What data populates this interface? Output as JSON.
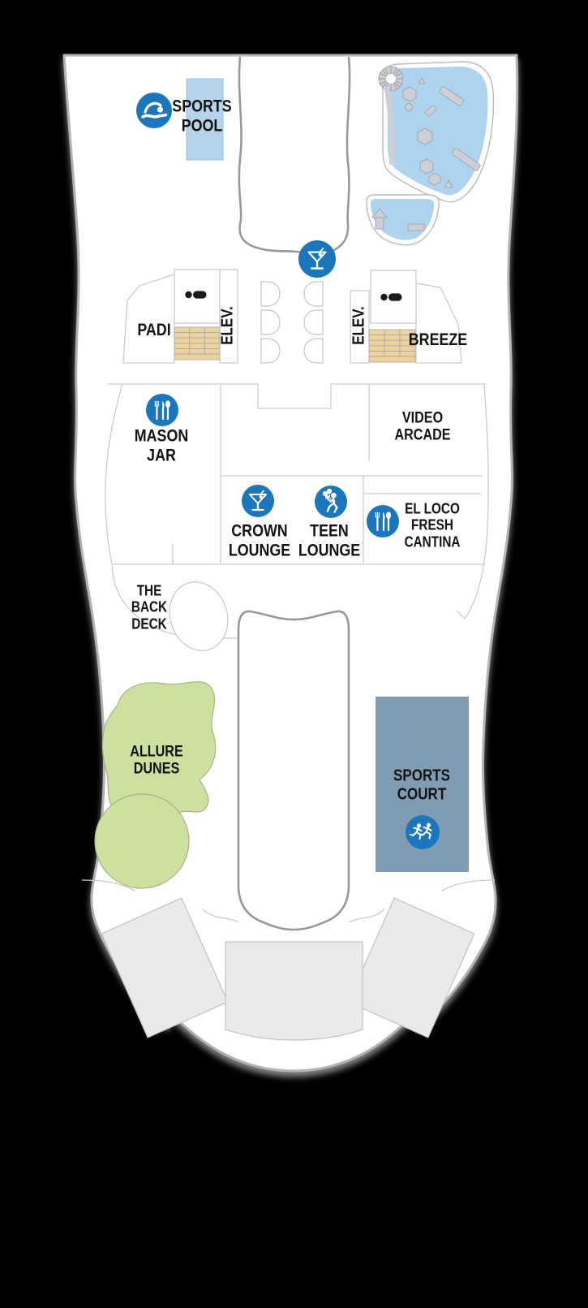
{
  "page": {
    "type": "cruise-ship-deck-plan",
    "background": "#000000"
  },
  "colors": {
    "ship_fill": "#ffffff",
    "hull_outline": "#b3b3b3",
    "room_line": "#cccccc",
    "feature_line": "#999999",
    "pool_blue": "#b5d4eb",
    "aquapark_blue": "#aed3ef",
    "structure_gray": "#ccd0d6",
    "minigolf_green": "#cde0a0",
    "sports_court_blue": "#7f9cb2",
    "stairs_tan": "#ecd39d",
    "icon_circle_blue": "#1b76bc",
    "seating_gray": "#e9eaec",
    "label_color": "#131313"
  },
  "venues": {
    "sports_pool": {
      "label": "SPORTS\nPOOL",
      "icon": "swimmer-icon"
    },
    "padi": {
      "label": "PADI"
    },
    "elev_left": {
      "label": "ELEV."
    },
    "elev_right": {
      "label": "ELEV."
    },
    "breeze": {
      "label": "BREEZE"
    },
    "bar_top": {
      "icon": "martini-icon"
    },
    "mason_jar": {
      "label": "MASON\nJAR",
      "icon": "dining-icon"
    },
    "video_arcade": {
      "label": "VIDEO\nARCADE"
    },
    "crown_lounge": {
      "label": "CROWN\nLOUNGE",
      "icon": "martini-icon"
    },
    "teen_lounge": {
      "label": "TEEN\nLOUNGE",
      "icon": "teen-dancer-icon"
    },
    "el_loco": {
      "label": "EL LOCO\nFRESH\nCANTINA",
      "icon": "dining-icon"
    },
    "back_deck": {
      "label": "THE\nBACK\nDECK"
    },
    "allure_dunes": {
      "label": "ALLURE\nDUNES"
    },
    "sports_court": {
      "label": "SPORTS\nCOURT",
      "icon": "runners-icon"
    },
    "restroom_left": {
      "icon": "person-icon"
    },
    "restroom_right": {
      "icon": "person-icon"
    }
  }
}
